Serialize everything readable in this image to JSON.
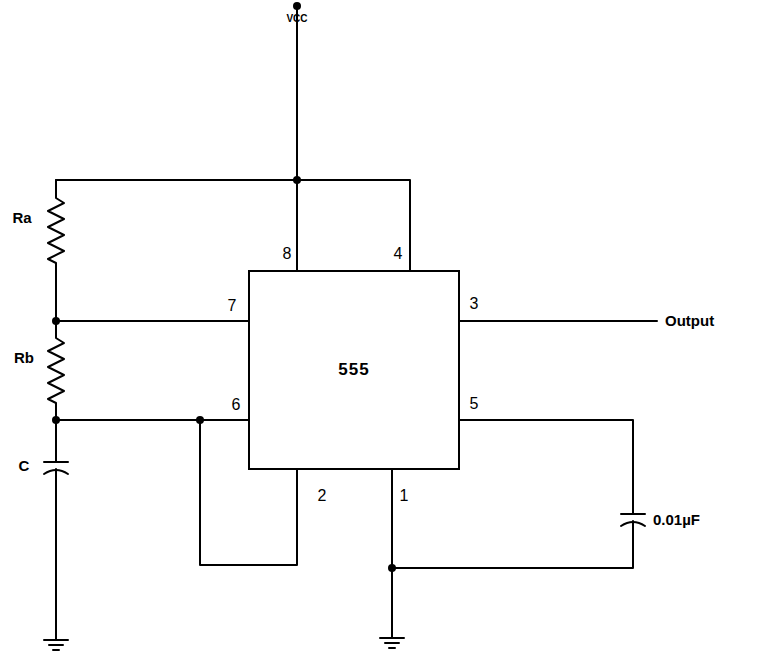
{
  "diagram": {
    "nodes": [
      {
        "text": [
          "555"
        ]
      }
    ],
    "labels": [
      "VCC",
      "8",
      "4",
      "7",
      "3",
      "6",
      "5",
      "2",
      "1",
      "Output",
      "Ra",
      "Rb",
      "C",
      "0.01µF"
    ]
  }
}
